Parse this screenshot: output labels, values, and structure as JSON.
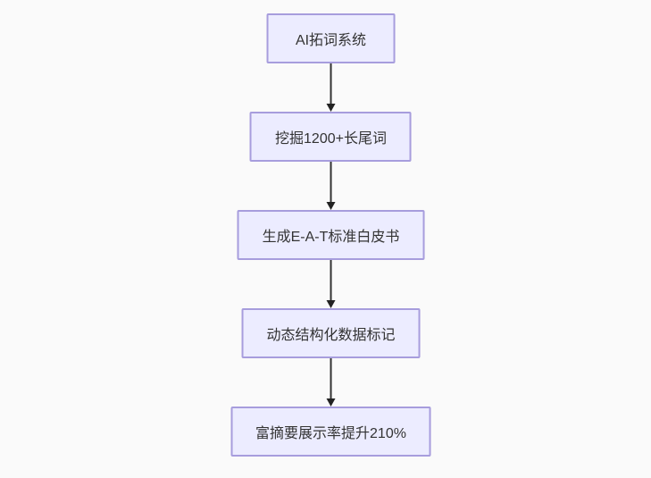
{
  "diagram": {
    "type": "flowchart-vertical",
    "direction": "top-down",
    "nodes": [
      {
        "id": "n1",
        "label": "AI拓词系统"
      },
      {
        "id": "n2",
        "label": "挖掘1200+长尾词"
      },
      {
        "id": "n3",
        "label": "生成E-A-T标准白皮书"
      },
      {
        "id": "n4",
        "label": "动态结构化数据标记"
      },
      {
        "id": "n5",
        "label": "富摘要展示率提升210%"
      }
    ],
    "edges": [
      {
        "from": "n1",
        "to": "n2"
      },
      {
        "from": "n2",
        "to": "n3"
      },
      {
        "from": "n3",
        "to": "n4"
      },
      {
        "from": "n4",
        "to": "n5"
      }
    ],
    "colors": {
      "background": "#fafafa",
      "node_fill": "#ececff",
      "node_border": "#a79ddd",
      "node_text": "#333333",
      "arrow_line": "#333333",
      "arrow_head": "#222222"
    }
  }
}
